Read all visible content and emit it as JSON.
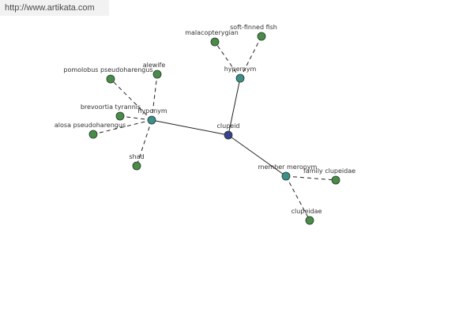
{
  "watermark": {
    "text": "http://www.artikata.com"
  },
  "colors": {
    "center": "#3b3f8f",
    "relation": "#3d8e8e",
    "leaf": "#4a8a4a",
    "edge": "#222222"
  },
  "graph": {
    "center": {
      "id": "clupeid",
      "label": "clupeid"
    },
    "relations": [
      {
        "id": "hypernym",
        "label": "hypernym",
        "children": [
          {
            "id": "malacopterygian",
            "label": "malacopterygian"
          },
          {
            "id": "soft-finned-fish",
            "label": "soft-finned fish"
          }
        ]
      },
      {
        "id": "hyponym",
        "label": "hyponym",
        "children": [
          {
            "id": "alewife",
            "label": "alewife"
          },
          {
            "id": "pomolobus-pseudoharengus",
            "label": "pomolobus pseudoharengus"
          },
          {
            "id": "brevoortia-tyrannis",
            "label": "brevoortia tyrannis"
          },
          {
            "id": "alosa-pseudoharengus",
            "label": "alosa pseudoharengus"
          },
          {
            "id": "shad",
            "label": "shad"
          }
        ]
      },
      {
        "id": "member-meronym",
        "label": "member meronym",
        "children": [
          {
            "id": "family-clupeidae",
            "label": "family clupeidae"
          },
          {
            "id": "clupeidae",
            "label": "clupeidae"
          }
        ]
      }
    ]
  }
}
